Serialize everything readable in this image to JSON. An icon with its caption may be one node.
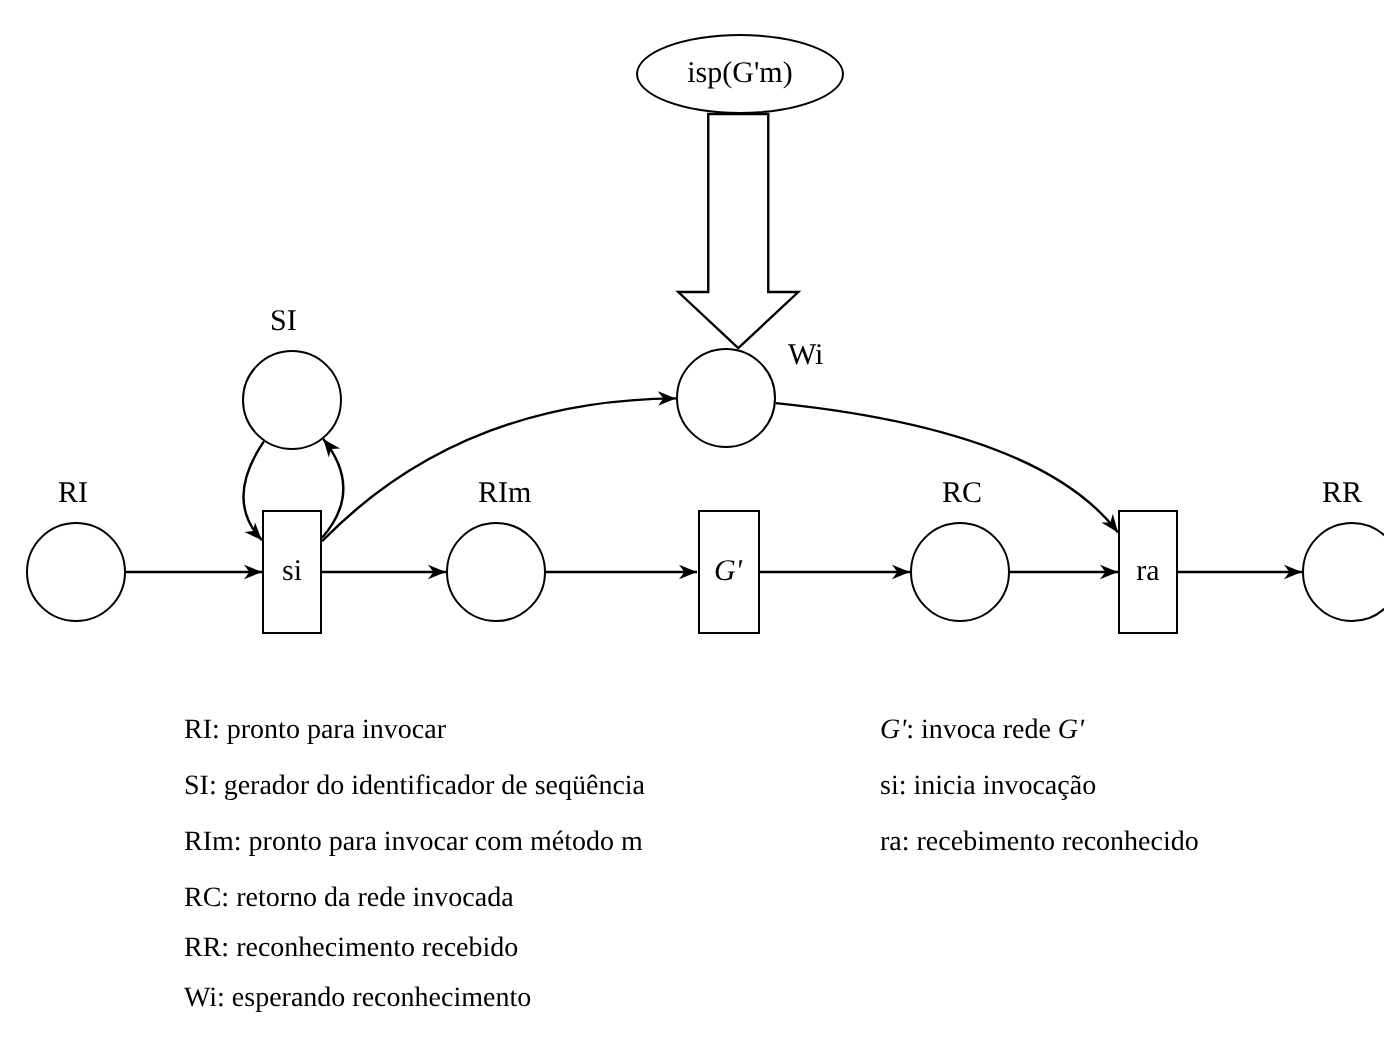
{
  "diagram": {
    "nodes": [
      {
        "text": [
          "isp(G'm)"
        ]
      },
      {
        "text": [
          "RI"
        ]
      },
      {
        "text": [
          "SI"
        ]
      },
      {
        "text": [
          "Wi"
        ]
      },
      {
        "text": [
          "si"
        ]
      },
      {
        "text": [
          "RIm"
        ]
      },
      {
        "text": [
          "*G'*"
        ]
      },
      {
        "text": [
          "RC"
        ]
      },
      {
        "text": [
          "ra"
        ]
      },
      {
        "text": [
          "RR"
        ]
      }
    ],
    "edges": [
      {
        "from": 0,
        "to": 3,
        "arrow": "to",
        "style": "thick"
      },
      {
        "from": 1,
        "to": 4,
        "arrow": "to"
      },
      {
        "from": 2,
        "to": 4,
        "arrow": "to"
      },
      {
        "from": 4,
        "to": 2,
        "arrow": "to"
      },
      {
        "from": 4,
        "to": 3,
        "arrow": "to"
      },
      {
        "from": 4,
        "to": 5,
        "arrow": "to"
      },
      {
        "from": 5,
        "to": 6,
        "arrow": "to"
      },
      {
        "from": 3,
        "to": 8,
        "arrow": "to"
      },
      {
        "from": 6,
        "to": 7,
        "arrow": "to"
      },
      {
        "from": 7,
        "to": 8,
        "arrow": "to"
      },
      {
        "from": 8,
        "to": 9,
        "arrow": "to"
      }
    ],
    "labels": [
      "RI: pronto para invocar",
      "*G'*: invoca rede *G'*",
      "SI: gerador do identificador de seqüência",
      "si: inicia invocação",
      "RIm: pronto para invocar com método m",
      "ra: recebimento reconhecido",
      "RC: retorno da rede invocada",
      "RR: reconhecimento recebido",
      "Wi: esperando reconhecimento"
    ]
  }
}
